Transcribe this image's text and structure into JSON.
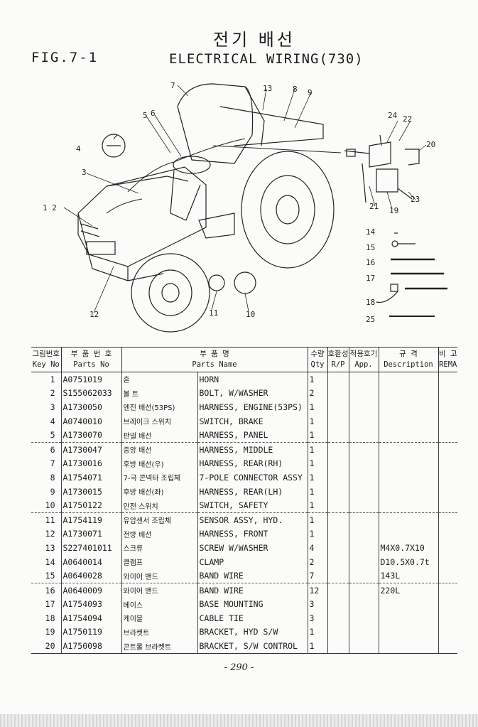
{
  "header": {
    "korean_title": "전기 배선",
    "fig_label": "FIG.7-1",
    "english_title": "ELECTRICAL WIRING(730)"
  },
  "diagram": {
    "callouts": [
      "1 2",
      "3",
      "4",
      "5",
      "6",
      "7",
      "8",
      "9",
      "10",
      "11",
      "12",
      "13",
      "14",
      "15",
      "16",
      "17",
      "18",
      "19",
      "20",
      "21",
      "22",
      "23",
      "24",
      "25"
    ]
  },
  "table": {
    "headers": {
      "key_kr": "그림번호",
      "key_en": "Key No",
      "part_kr": "부 품 번 호",
      "part_en": "Parts No",
      "name_kr": "부 품 명",
      "name_en": "Parts Name",
      "qty_kr": "수량",
      "qty_en": "Qty",
      "rp_kr": "호환성",
      "rp_en": "R/P",
      "app_kr": "적용호기",
      "app_en": "App.",
      "desc_kr": "규 격",
      "desc_en": "Description",
      "rem_kr": "비 고",
      "rem_en": "REMA"
    },
    "rows": [
      {
        "key": "1",
        "part_no": "A0751019",
        "name_kr": "혼",
        "name_en": "HORN",
        "qty": "1",
        "desc": ""
      },
      {
        "key": "2",
        "part_no": "S155062033",
        "name_kr": "볼 트",
        "name_en": "BOLT, W/WASHER",
        "qty": "2",
        "desc": ""
      },
      {
        "key": "3",
        "part_no": "A1730050",
        "name_kr": "엔진 배선(53PS)",
        "name_en": "HARNESS, ENGINE(53PS)",
        "qty": "1",
        "desc": ""
      },
      {
        "key": "4",
        "part_no": "A0740010",
        "name_kr": "브레이크 스위치",
        "name_en": "SWITCH, BRAKE",
        "qty": "1",
        "desc": ""
      },
      {
        "key": "5",
        "part_no": "A1730070",
        "name_kr": "판넬 배선",
        "name_en": "HARNESS, PANEL",
        "qty": "1",
        "desc": ""
      },
      {
        "key": "6",
        "part_no": "A1730047",
        "name_kr": "중앙 배선",
        "name_en": "HARNESS, MIDDLE",
        "qty": "1",
        "desc": ""
      },
      {
        "key": "7",
        "part_no": "A1730016",
        "name_kr": "후방 배선(우)",
        "name_en": "HARNESS, REAR(RH)",
        "qty": "1",
        "desc": ""
      },
      {
        "key": "8",
        "part_no": "A1754071",
        "name_kr": "7-극 콘넥타 조립체",
        "name_en": "7-POLE CONNECTOR ASSY",
        "qty": "1",
        "desc": ""
      },
      {
        "key": "9",
        "part_no": "A1730015",
        "name_kr": "후방 배선(좌)",
        "name_en": "HARNESS, REAR(LH)",
        "qty": "1",
        "desc": ""
      },
      {
        "key": "10",
        "part_no": "A1750122",
        "name_kr": "안전 스위치",
        "name_en": "SWITCH, SAFETY",
        "qty": "1",
        "desc": ""
      },
      {
        "key": "11",
        "part_no": "A1754119",
        "name_kr": "유압센서 조립체",
        "name_en": "SENSOR ASSY, HYD.",
        "qty": "1",
        "desc": ""
      },
      {
        "key": "12",
        "part_no": "A1730071",
        "name_kr": "전방 배선",
        "name_en": "HARNESS, FRONT",
        "qty": "1",
        "desc": ""
      },
      {
        "key": "13",
        "part_no": "S227401011",
        "name_kr": "스크류",
        "name_en": "SCREW W/WASHER",
        "qty": "4",
        "desc": "M4X0.7X10"
      },
      {
        "key": "14",
        "part_no": "A0640014",
        "name_kr": "클램프",
        "name_en": "CLAMP",
        "qty": "2",
        "desc": "D10.5X0.7t"
      },
      {
        "key": "15",
        "part_no": "A0640028",
        "name_kr": "와이어 밴드",
        "name_en": "BAND WIRE",
        "qty": "7",
        "desc": "143L"
      },
      {
        "key": "16",
        "part_no": "A0640009",
        "name_kr": "와이어 밴드",
        "name_en": "BAND WIRE",
        "qty": "12",
        "desc": "220L"
      },
      {
        "key": "17",
        "part_no": "A1754093",
        "name_kr": "베이스",
        "name_en": "BASE MOUNTING",
        "qty": "3",
        "desc": ""
      },
      {
        "key": "18",
        "part_no": "A1754094",
        "name_kr": "케이블",
        "name_en": "CABLE TIE",
        "qty": "3",
        "desc": ""
      },
      {
        "key": "19",
        "part_no": "A1750119",
        "name_kr": "브라켓트",
        "name_en": "BRACKET, HYD S/W",
        "qty": "1",
        "desc": ""
      },
      {
        "key": "20",
        "part_no": "A1750098",
        "name_kr": "콘트롤 브라켓트",
        "name_en": "BRACKET, S/W CONTROL",
        "qty": "1",
        "desc": ""
      }
    ]
  },
  "footer": {
    "page_number": "- 290 -"
  }
}
